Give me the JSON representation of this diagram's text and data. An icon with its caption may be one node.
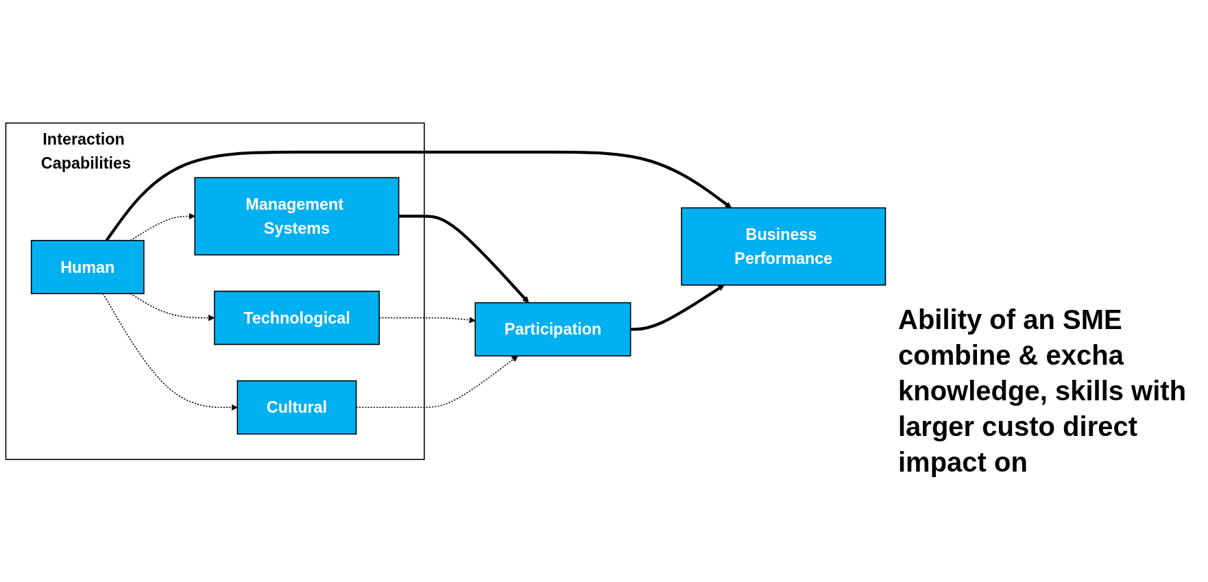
{
  "diagram": {
    "nodes": [
      {
        "text": [
          "Interaction Capabilities"
        ]
      },
      {
        "text": [
          "Human"
        ],
        "in": 0
      },
      {
        "text": [
          "Management Systems"
        ],
        "in": 0
      },
      {
        "text": [
          "Technological"
        ],
        "in": 0
      },
      {
        "text": [
          "Cultural"
        ],
        "in": 0
      },
      {
        "text": [
          "Participation"
        ]
      },
      {
        "text": [
          "Business Performance"
        ]
      }
    ],
    "edges": [
      {
        "from": 1,
        "to": 6,
        "arrow": "to",
        "style": "thick"
      },
      {
        "from": 1,
        "to": 2,
        "arrow": "to",
        "style": "dashed"
      },
      {
        "from": 2,
        "to": 5,
        "arrow": "to",
        "style": "thick"
      },
      {
        "from": 5,
        "to": 6,
        "arrow": "to",
        "style": "thick"
      },
      {
        "from": 1,
        "to": 3,
        "arrow": "to",
        "style": "dashed"
      },
      {
        "from": 1,
        "to": 4,
        "arrow": "to",
        "style": "dashed"
      },
      {
        "from": 3,
        "to": 5,
        "arrow": "to",
        "style": "dashed"
      },
      {
        "from": 4,
        "to": 5,
        "arrow": "to",
        "style": "dashed"
      }
    ],
    "labels": [
      "Ability of an SME combine & excha knowledge, skills with larger custo direct impact on"
    ]
  }
}
